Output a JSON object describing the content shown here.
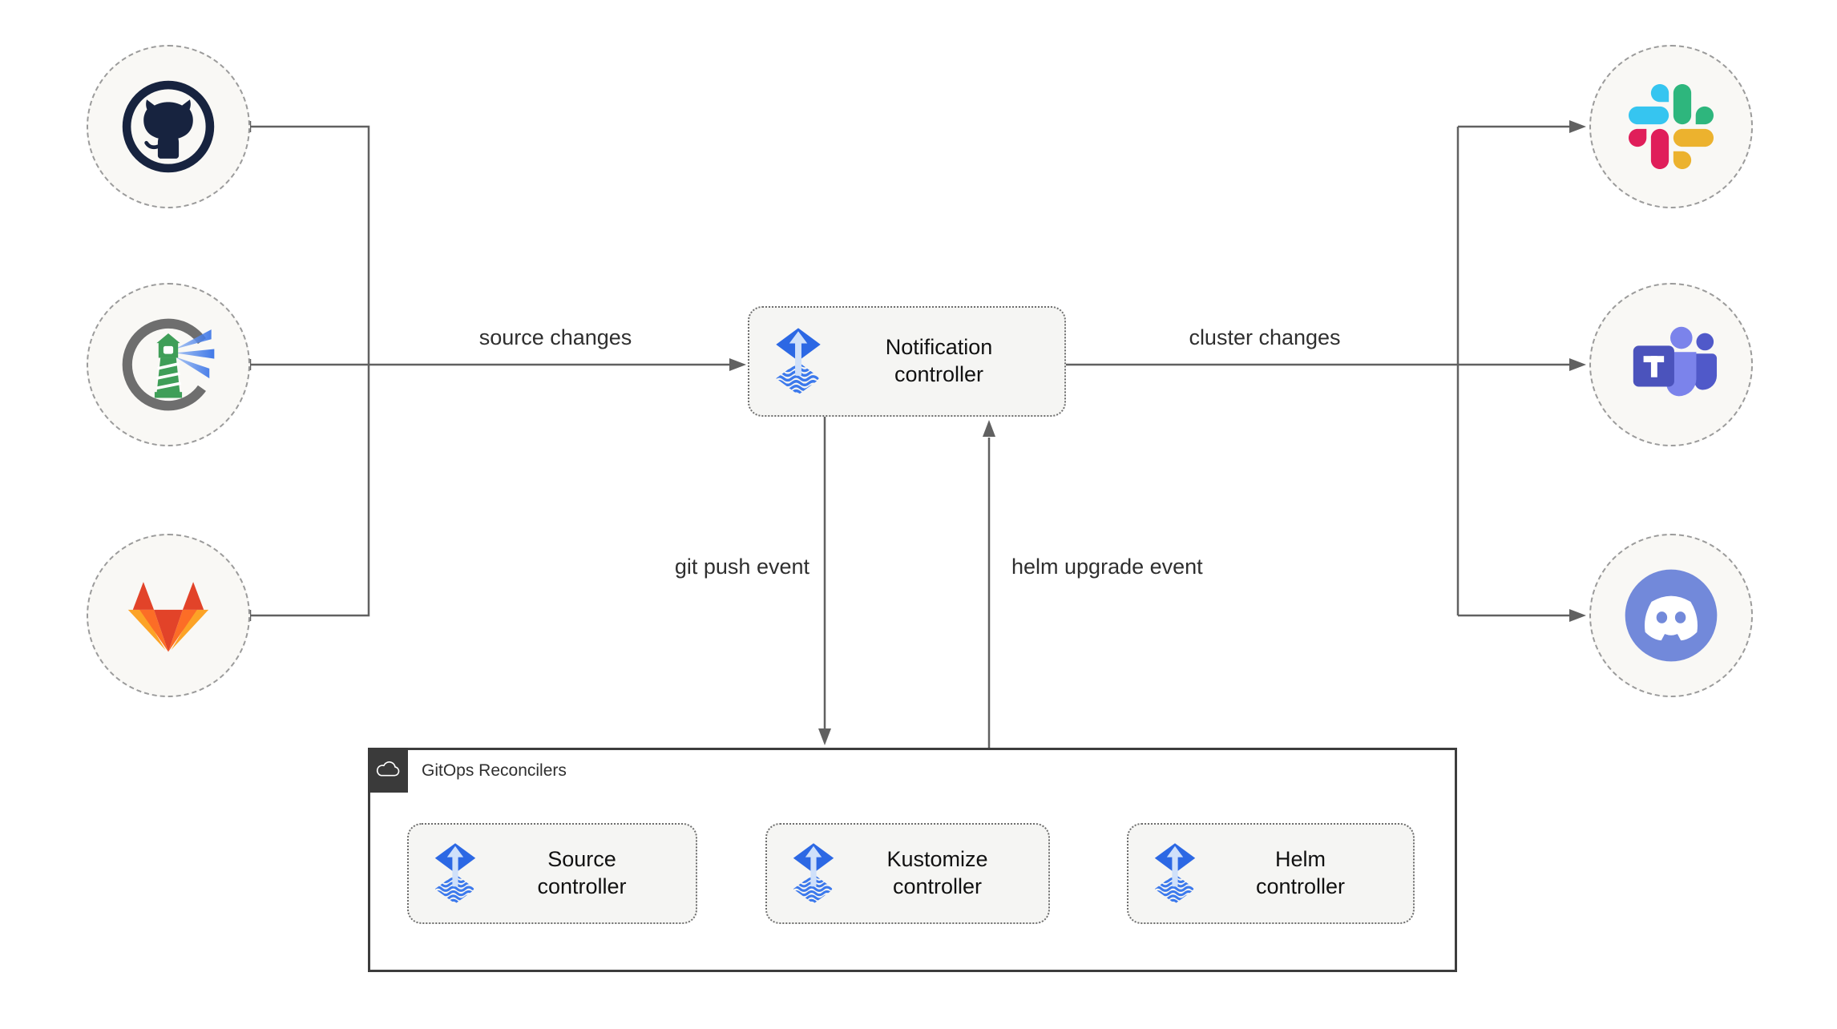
{
  "edge_labels": {
    "source_changes": "source changes",
    "cluster_changes": "cluster changes",
    "git_push_event": "git push event",
    "helm_upgrade_event": "helm upgrade event"
  },
  "nodes": {
    "notification_controller": "Notification controller",
    "sources": [
      {
        "name": "GitHub",
        "icon": "github-icon"
      },
      {
        "name": "Harbor",
        "icon": "harbor-icon"
      },
      {
        "name": "GitLab",
        "icon": "gitlab-icon"
      }
    ],
    "notifiers": [
      {
        "name": "Slack",
        "icon": "slack-icon"
      },
      {
        "name": "Microsoft Teams",
        "icon": "teams-icon"
      },
      {
        "name": "Discord",
        "icon": "discord-icon"
      }
    ]
  },
  "reconcilers": {
    "title": "GitOps Reconcilers",
    "controllers": [
      "Source controller",
      "Kustomize controller",
      "Helm controller"
    ]
  },
  "colors": {
    "flux_blue": "#2c68e4",
    "flux_wave_blue": "#3c79ec",
    "flux_arrow_light": "#cfe0fa",
    "line_gray": "#616161",
    "box_fill": "#f5f5f3",
    "circle_fill": "#f9f8f5",
    "container_border": "#3d3d3d",
    "github_navy": "#17233f",
    "harbor_green": "#3f9e58",
    "harbor_ring_gray": "#6e6e6e",
    "gitlab_red": "#e24329",
    "gitlab_orange": "#fc6d26",
    "gitlab_yellow": "#fca326",
    "slack_blue": "#36c5f0",
    "slack_green": "#2eb67d",
    "slack_pink": "#e01e5a",
    "slack_yellow": "#ecb22e",
    "teams_purple": "#4b53bc",
    "teams_light_purple": "#7b83eb",
    "teams_mid_purple": "#5059c9",
    "discord_blurple": "#7289da"
  }
}
